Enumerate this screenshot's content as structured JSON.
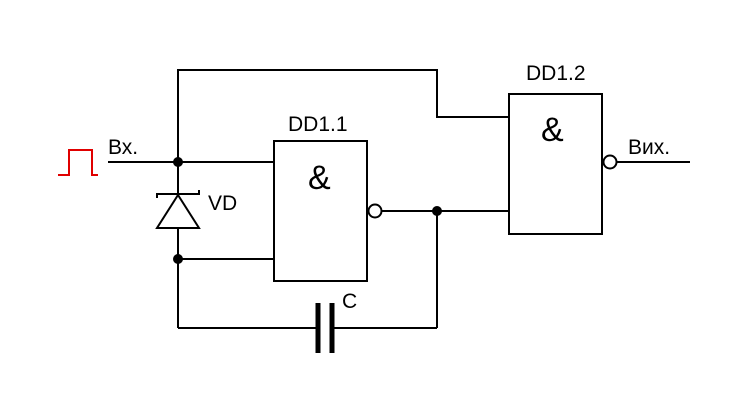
{
  "diagram": {
    "input_label": "Вх.",
    "output_label": "Вих.",
    "diode_label": "VD",
    "capacitor_label": "C",
    "gate1": {
      "name": "DD1.1",
      "symbol": "&"
    },
    "gate2": {
      "name": "DD1.2",
      "symbol": "&"
    },
    "input_pulse_color": "#e00000",
    "wire_color": "#000000"
  }
}
